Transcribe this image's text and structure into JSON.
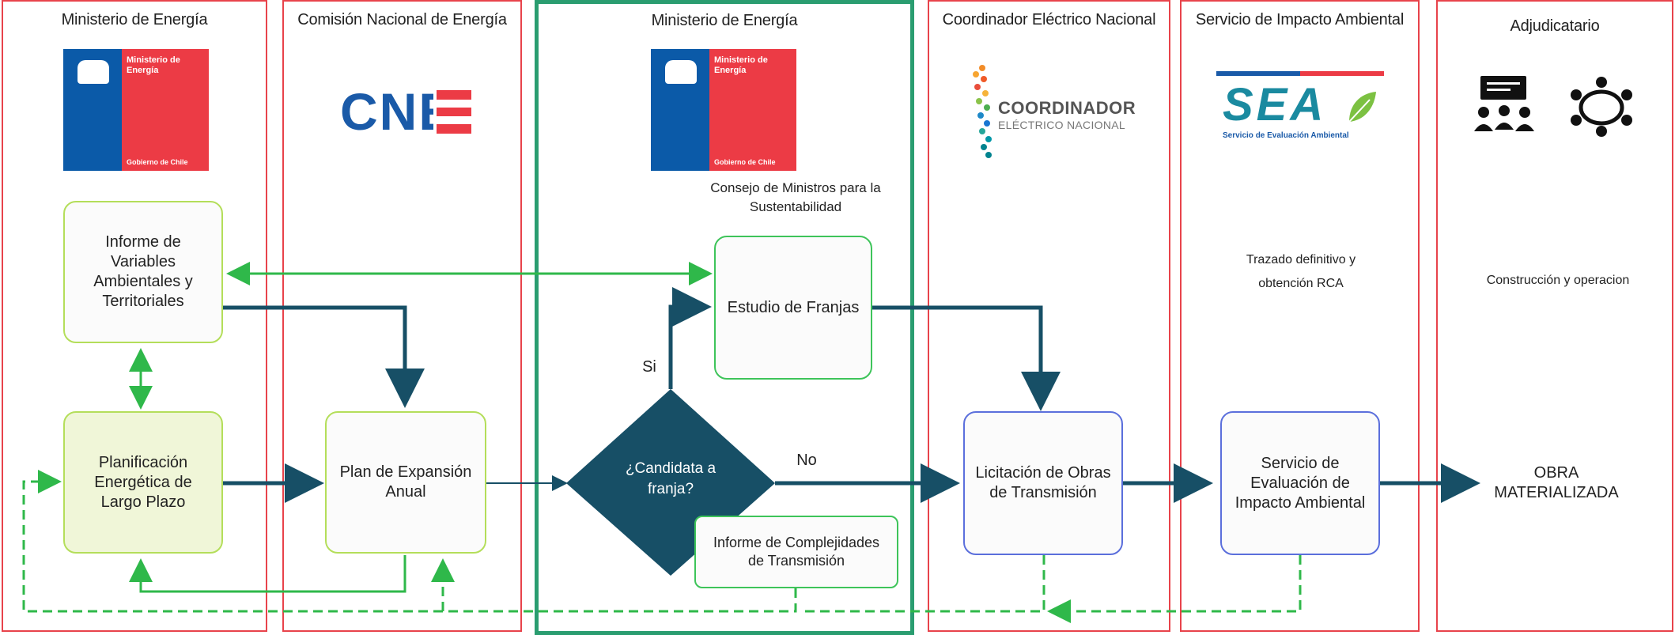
{
  "lanes": {
    "l1_title": "Ministerio de Energía",
    "l2_title": "Comisión Nacional de Energía",
    "l3_title": "Ministerio de Energía",
    "l4_title": "Coordinador Eléctrico Nacional",
    "l5_title": "Servicio de Impacto Ambiental",
    "l6_title": "Adjudicatario"
  },
  "logos": {
    "minenergia_line1": "Ministerio de",
    "minenergia_line2": "Energía",
    "minenergia_footer": "Gobierno de Chile",
    "cne": "CNE",
    "coordinador_line1": "COORDINADOR",
    "coordinador_line2": "ELÉCTRICO NACIONAL",
    "sea": "SEA",
    "sea_sub": "Servicio de Evaluación Ambiental"
  },
  "boxes": {
    "informe_variables": "Informe de Variables Ambientales y Territoriales",
    "planificacion": "Planificación Energética de Largo Plazo",
    "plan_expansion": "Plan de Expansión Anual",
    "estudio_franjas": "Estudio de Franjas",
    "candidata": "¿Candidata a franja?",
    "informe_complejidades": "Informe de Complejidades de Transmisión",
    "licitacion": "Licitación de Obras de Transmisión",
    "servicio_evaluacion": "Servicio de Evaluación de Impacto Ambiental"
  },
  "labels": {
    "consejo": "Consejo de Ministros para la Sustentabilidad",
    "si": "Si",
    "no": "No",
    "trazado": "Trazado definitivo y obtención RCA",
    "construccion": "Construcción y operacion",
    "obra": "OBRA MATERIALIZADA"
  },
  "colors": {
    "lane_border": "#e8434b",
    "highlight_lane": "#2a9d70",
    "main_arrow": "#174f66",
    "feedback_arrow": "#2fb84a",
    "diamond": "#174f66"
  },
  "icons": [
    "meeting-icon",
    "conference-table-icon"
  ]
}
